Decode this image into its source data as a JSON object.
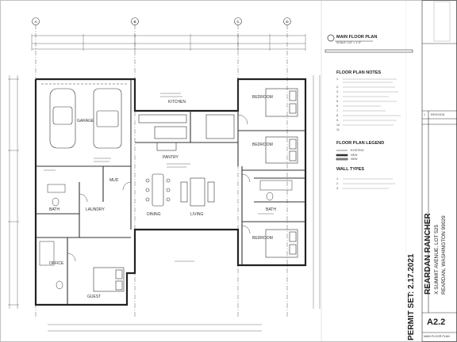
{
  "sheet": {
    "permit_set": "PERMIT SET: 2.17.2021",
    "project_name": "REARDAN RANCHER",
    "address_line": "X SUMMIT AVENUE, LOT 525",
    "city_line": "REARDAN, WASHINGTON 99029",
    "sheet_number": "A2.2",
    "sheet_title": "MAIN FLOOR PLAN"
  },
  "plan": {
    "title": "MAIN FLOOR PLAN",
    "scale": "SCALE: 1/4\" = 1'-0\"",
    "grid_bubbles": [
      "A",
      "B",
      "C",
      "D"
    ],
    "rooms": {
      "garage": "GARAGE",
      "bedroom_1": "BEDROOM",
      "bedroom_2": "BEDROOM",
      "bedroom_3": "BEDROOM",
      "kitchen": "KITCHEN",
      "dining": "DINING",
      "living": "LIVING",
      "bath_1": "BATH",
      "bath_2": "BATH",
      "laundry": "LAUNDRY",
      "office": "OFFICE",
      "guest": "GUEST",
      "pantry": "PANTRY",
      "mud": "MUD"
    }
  },
  "notes": {
    "floor_plan_notes_title": "FLOOR PLAN NOTES",
    "floor_plan_legend_title": "FLOOR PLAN LEGEND",
    "wall_types_title": "WALL TYPES",
    "note_items": [
      "1.",
      "2.",
      "3.",
      "4.",
      "5.",
      "6.",
      "7.",
      "8.",
      "9.",
      "10.",
      "11."
    ],
    "legend_items": [
      "EXISTING",
      "NEW",
      "NEW"
    ],
    "wall_type_items": [
      "1.",
      "2.",
      "3."
    ]
  },
  "title_block": {
    "revision_label": "1",
    "revision_desc": "REVISION"
  }
}
